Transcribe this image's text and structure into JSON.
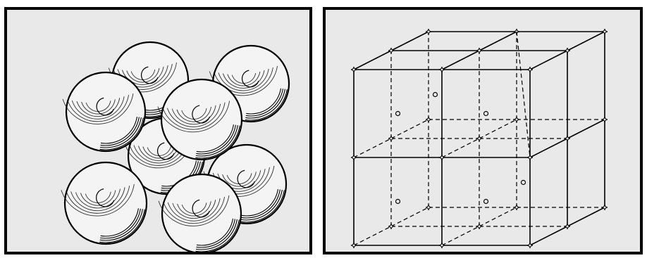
{
  "figure": {
    "left_panel": {
      "subject": "sphere-packing",
      "spheres": [
        {
          "name": "sphere-back-left"
        },
        {
          "name": "sphere-back-right"
        },
        {
          "name": "sphere-center"
        },
        {
          "name": "sphere-lower-right-back"
        },
        {
          "name": "sphere-front-left-top"
        },
        {
          "name": "sphere-front-center-top"
        },
        {
          "name": "sphere-front-left-bottom"
        },
        {
          "name": "sphere-front-center-bottom"
        }
      ]
    },
    "right_panel": {
      "subject": "cubic-lattice-wireframe"
    },
    "colors": {
      "background": "#e9e9e9",
      "ink": "#000000",
      "sphere_fill": "#f4f4f4",
      "border": "#000000"
    }
  }
}
